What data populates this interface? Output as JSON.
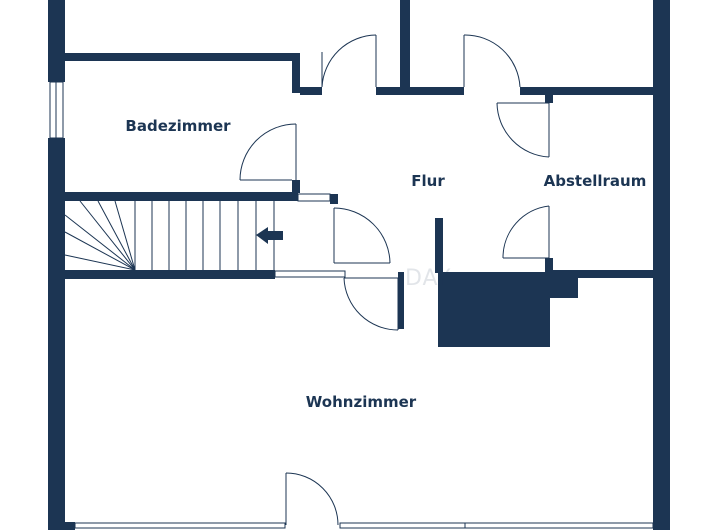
{
  "rooms": {
    "badezimmer": "Badezimmer",
    "flur": "Flur",
    "abstellraum": "Abstellraum",
    "wohnzimmer": "Wohnzimmer"
  },
  "watermark": "DAY",
  "colors": {
    "wall": "#1c3553",
    "door_line": "#1c3553",
    "background": "#ffffff"
  }
}
